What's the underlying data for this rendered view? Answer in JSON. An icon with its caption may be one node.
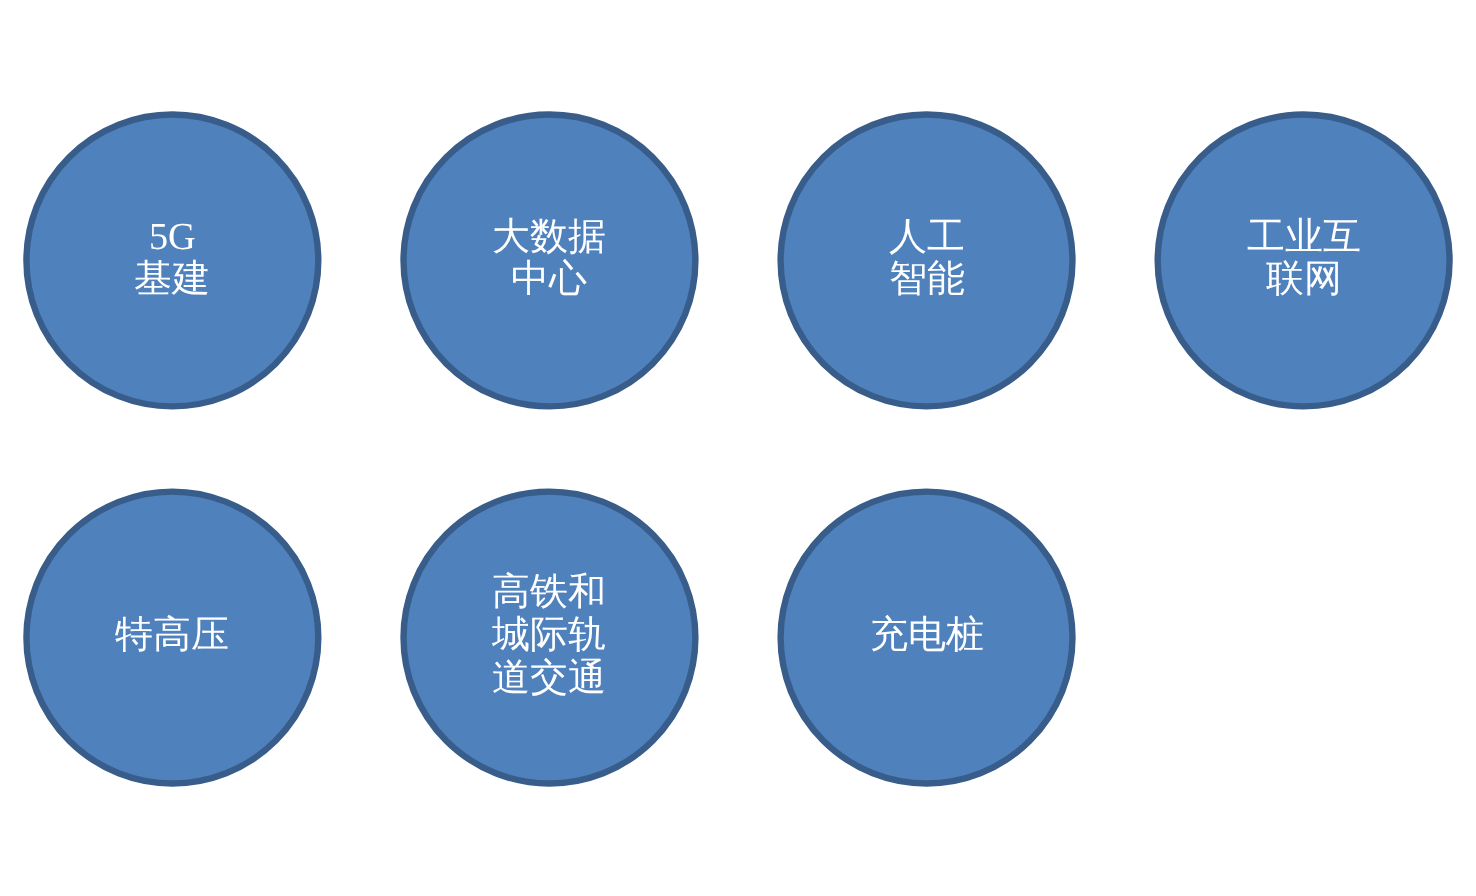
{
  "diagram": {
    "nodes": [
      {
        "text": [
          "5G基建"
        ]
      },
      {
        "text": [
          "大数据中心"
        ]
      },
      {
        "text": [
          "人工智能"
        ]
      },
      {
        "text": [
          "工业互联网"
        ]
      },
      {
        "text": [
          "特高压"
        ]
      },
      {
        "text": [
          "高铁和城际轨道交通"
        ]
      },
      {
        "text": [
          "充电桩"
        ]
      }
    ]
  }
}
